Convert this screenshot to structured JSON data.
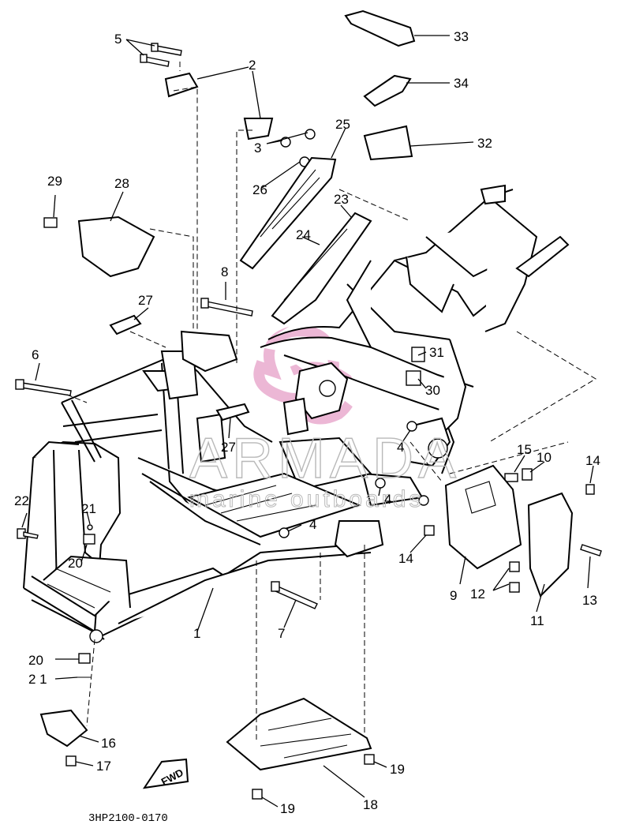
{
  "watermark": {
    "brand": "ARMADA",
    "tagline": "marine outboards",
    "logo_color": "#e6a0c8"
  },
  "drawing_code": "3HP2100-0170",
  "fwd_marker": "FWD",
  "callouts": {
    "c1": "1",
    "c2": "2",
    "c3": "3",
    "c4a": "4",
    "c4b": "4",
    "c4c": "4",
    "c5": "5",
    "c6": "6",
    "c7": "7",
    "c8": "8",
    "c9": "9",
    "c10": "10",
    "c11": "11",
    "c12": "12",
    "c13": "13",
    "c14a": "14",
    "c14b": "14",
    "c15": "15",
    "c16": "16",
    "c17": "17",
    "c18": "18",
    "c19a": "19",
    "c19b": "19",
    "c20a": "20",
    "c20b": "20",
    "c21a": "21",
    "c21b": "2 1",
    "c22": "22",
    "c23": "23",
    "c24": "24",
    "c25": "25",
    "c26": "26",
    "c27a": "27",
    "c27b": "27",
    "c28": "28",
    "c29": "29",
    "c30": "30",
    "c31": "31",
    "c32": "32",
    "c33": "33",
    "c34": "34"
  }
}
